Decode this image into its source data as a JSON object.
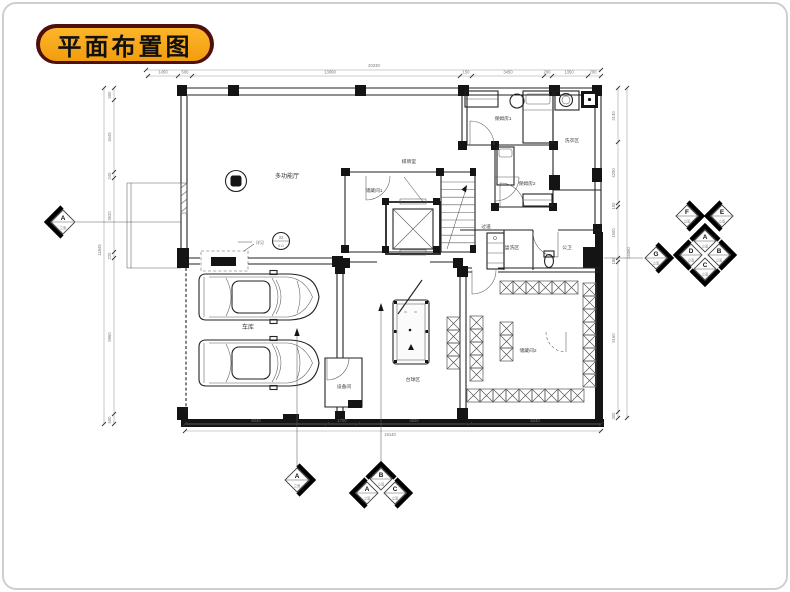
{
  "title": "平面布置图",
  "rooms": {
    "hall": "多功能厅",
    "chess": "棋牌室",
    "storage1": "储藏间1",
    "nanny1": "保姆房1",
    "nanny2": "保姆房2",
    "laundry": "洗衣区",
    "corridor": "过道",
    "wash": "盥洗区",
    "wc": "公卫",
    "garage": "车库",
    "billiards": "台球区",
    "equipment": "设备间",
    "storage2": "储藏间2"
  },
  "callout": {
    "note": "详见",
    "num": "32",
    "sheet": "B13"
  },
  "dims": {
    "top": {
      "total": "20230",
      "segments": [
        "1450",
        "500",
        "13090",
        "150",
        "3450",
        "200",
        "1350",
        "200"
      ]
    },
    "bottom": {
      "total": "19140",
      "segments": [
        "6040",
        "1700",
        "4620",
        "5240"
      ]
    },
    "left": {
      "total": "11845",
      "segments": [
        "500",
        "3445",
        "240",
        "3520",
        "220",
        "5960",
        "500"
      ]
    },
    "right": {
      "total": "15080",
      "segments": [
        "2130",
        "4290",
        "100",
        "1500",
        "180",
        "5160",
        "300"
      ]
    }
  },
  "markers": {
    "sub": "立面",
    "left": "A",
    "g": "G",
    "f": "F",
    "e": "E",
    "right_cluster": [
      "A",
      "D",
      "B",
      "C"
    ],
    "bottom_single": "A",
    "bottom_cluster": [
      "B",
      "A",
      "C"
    ]
  }
}
